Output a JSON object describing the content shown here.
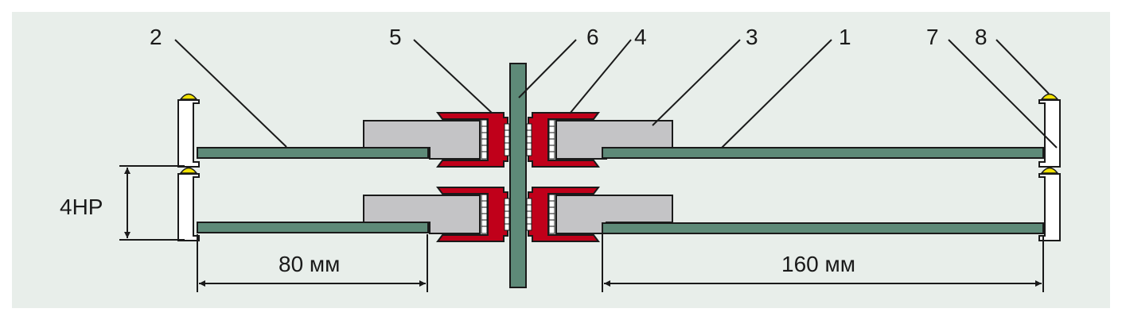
{
  "labels": {
    "l1": "1",
    "l2": "2",
    "l3": "3",
    "l4": "4",
    "l5": "5",
    "l6": "6",
    "l7": "7",
    "l8": "8"
  },
  "dimensions": {
    "height": "4HP",
    "short_board": "80 мм",
    "long_board": "160 мм"
  },
  "colors": {
    "background": "#e8eeea",
    "board": "#5e8a78",
    "connector": "#c0001a",
    "housing": "#c4c4c6",
    "led": "#f2e200"
  }
}
